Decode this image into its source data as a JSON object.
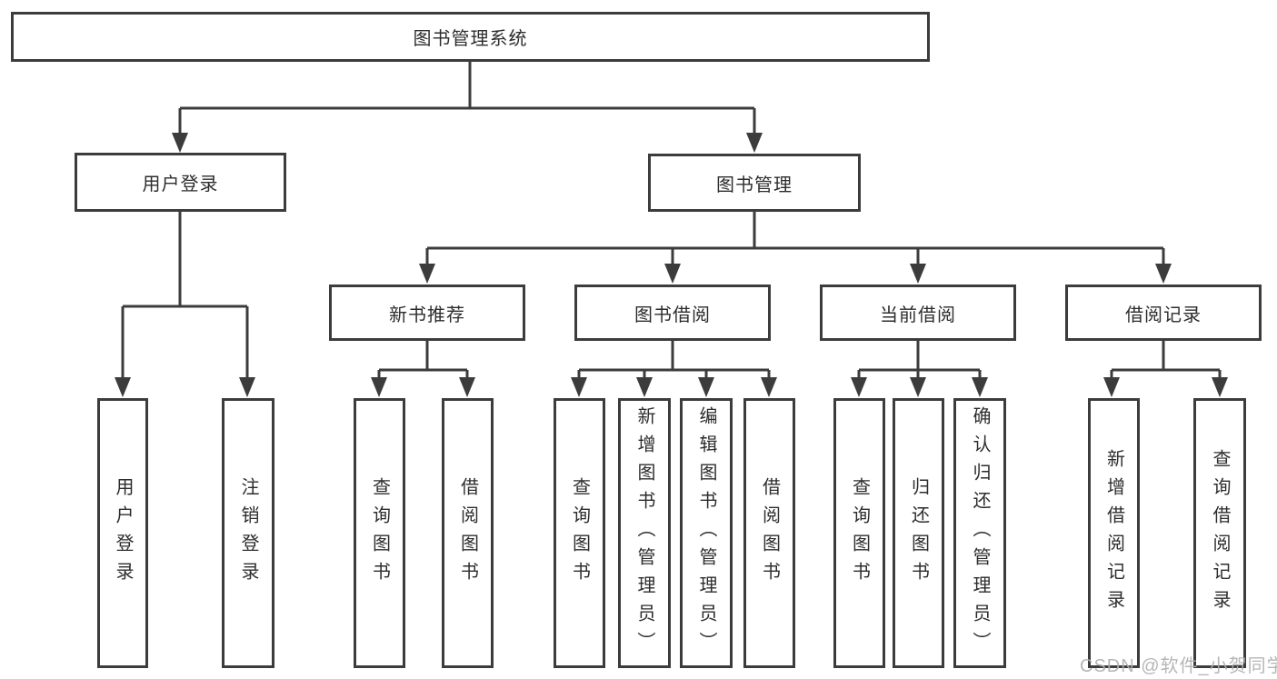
{
  "diagram": {
    "type": "hierarchy-tree",
    "watermark": "CSDN @软件_小贺同学",
    "colors": {
      "line": "#3c3c3c",
      "border": "#3c3c3c",
      "text": "#2d2d2d",
      "watermark": "#b0b0b0",
      "background": "#ffffff"
    },
    "tree": {
      "label": "图书管理系统",
      "children": [
        {
          "label": "用户登录",
          "children": [
            {
              "label": "用户登录"
            },
            {
              "label": "注销登录"
            }
          ]
        },
        {
          "label": "图书管理",
          "children": [
            {
              "label": "新书推荐",
              "children": [
                {
                  "label": "查询图书"
                },
                {
                  "label": "借阅图书"
                }
              ]
            },
            {
              "label": "图书借阅",
              "children": [
                {
                  "label": "查询图书"
                },
                {
                  "label": "新增图书（管理员）"
                },
                {
                  "label": "编辑图书（管理员）"
                },
                {
                  "label": "借阅图书"
                }
              ]
            },
            {
              "label": "当前借阅",
              "children": [
                {
                  "label": "查询图书"
                },
                {
                  "label": "归还图书"
                },
                {
                  "label": "确认归还（管理员）"
                }
              ]
            },
            {
              "label": "借阅记录",
              "children": [
                {
                  "label": "新增借阅记录"
                },
                {
                  "label": "查询借阅记录"
                }
              ]
            }
          ]
        }
      ]
    }
  }
}
